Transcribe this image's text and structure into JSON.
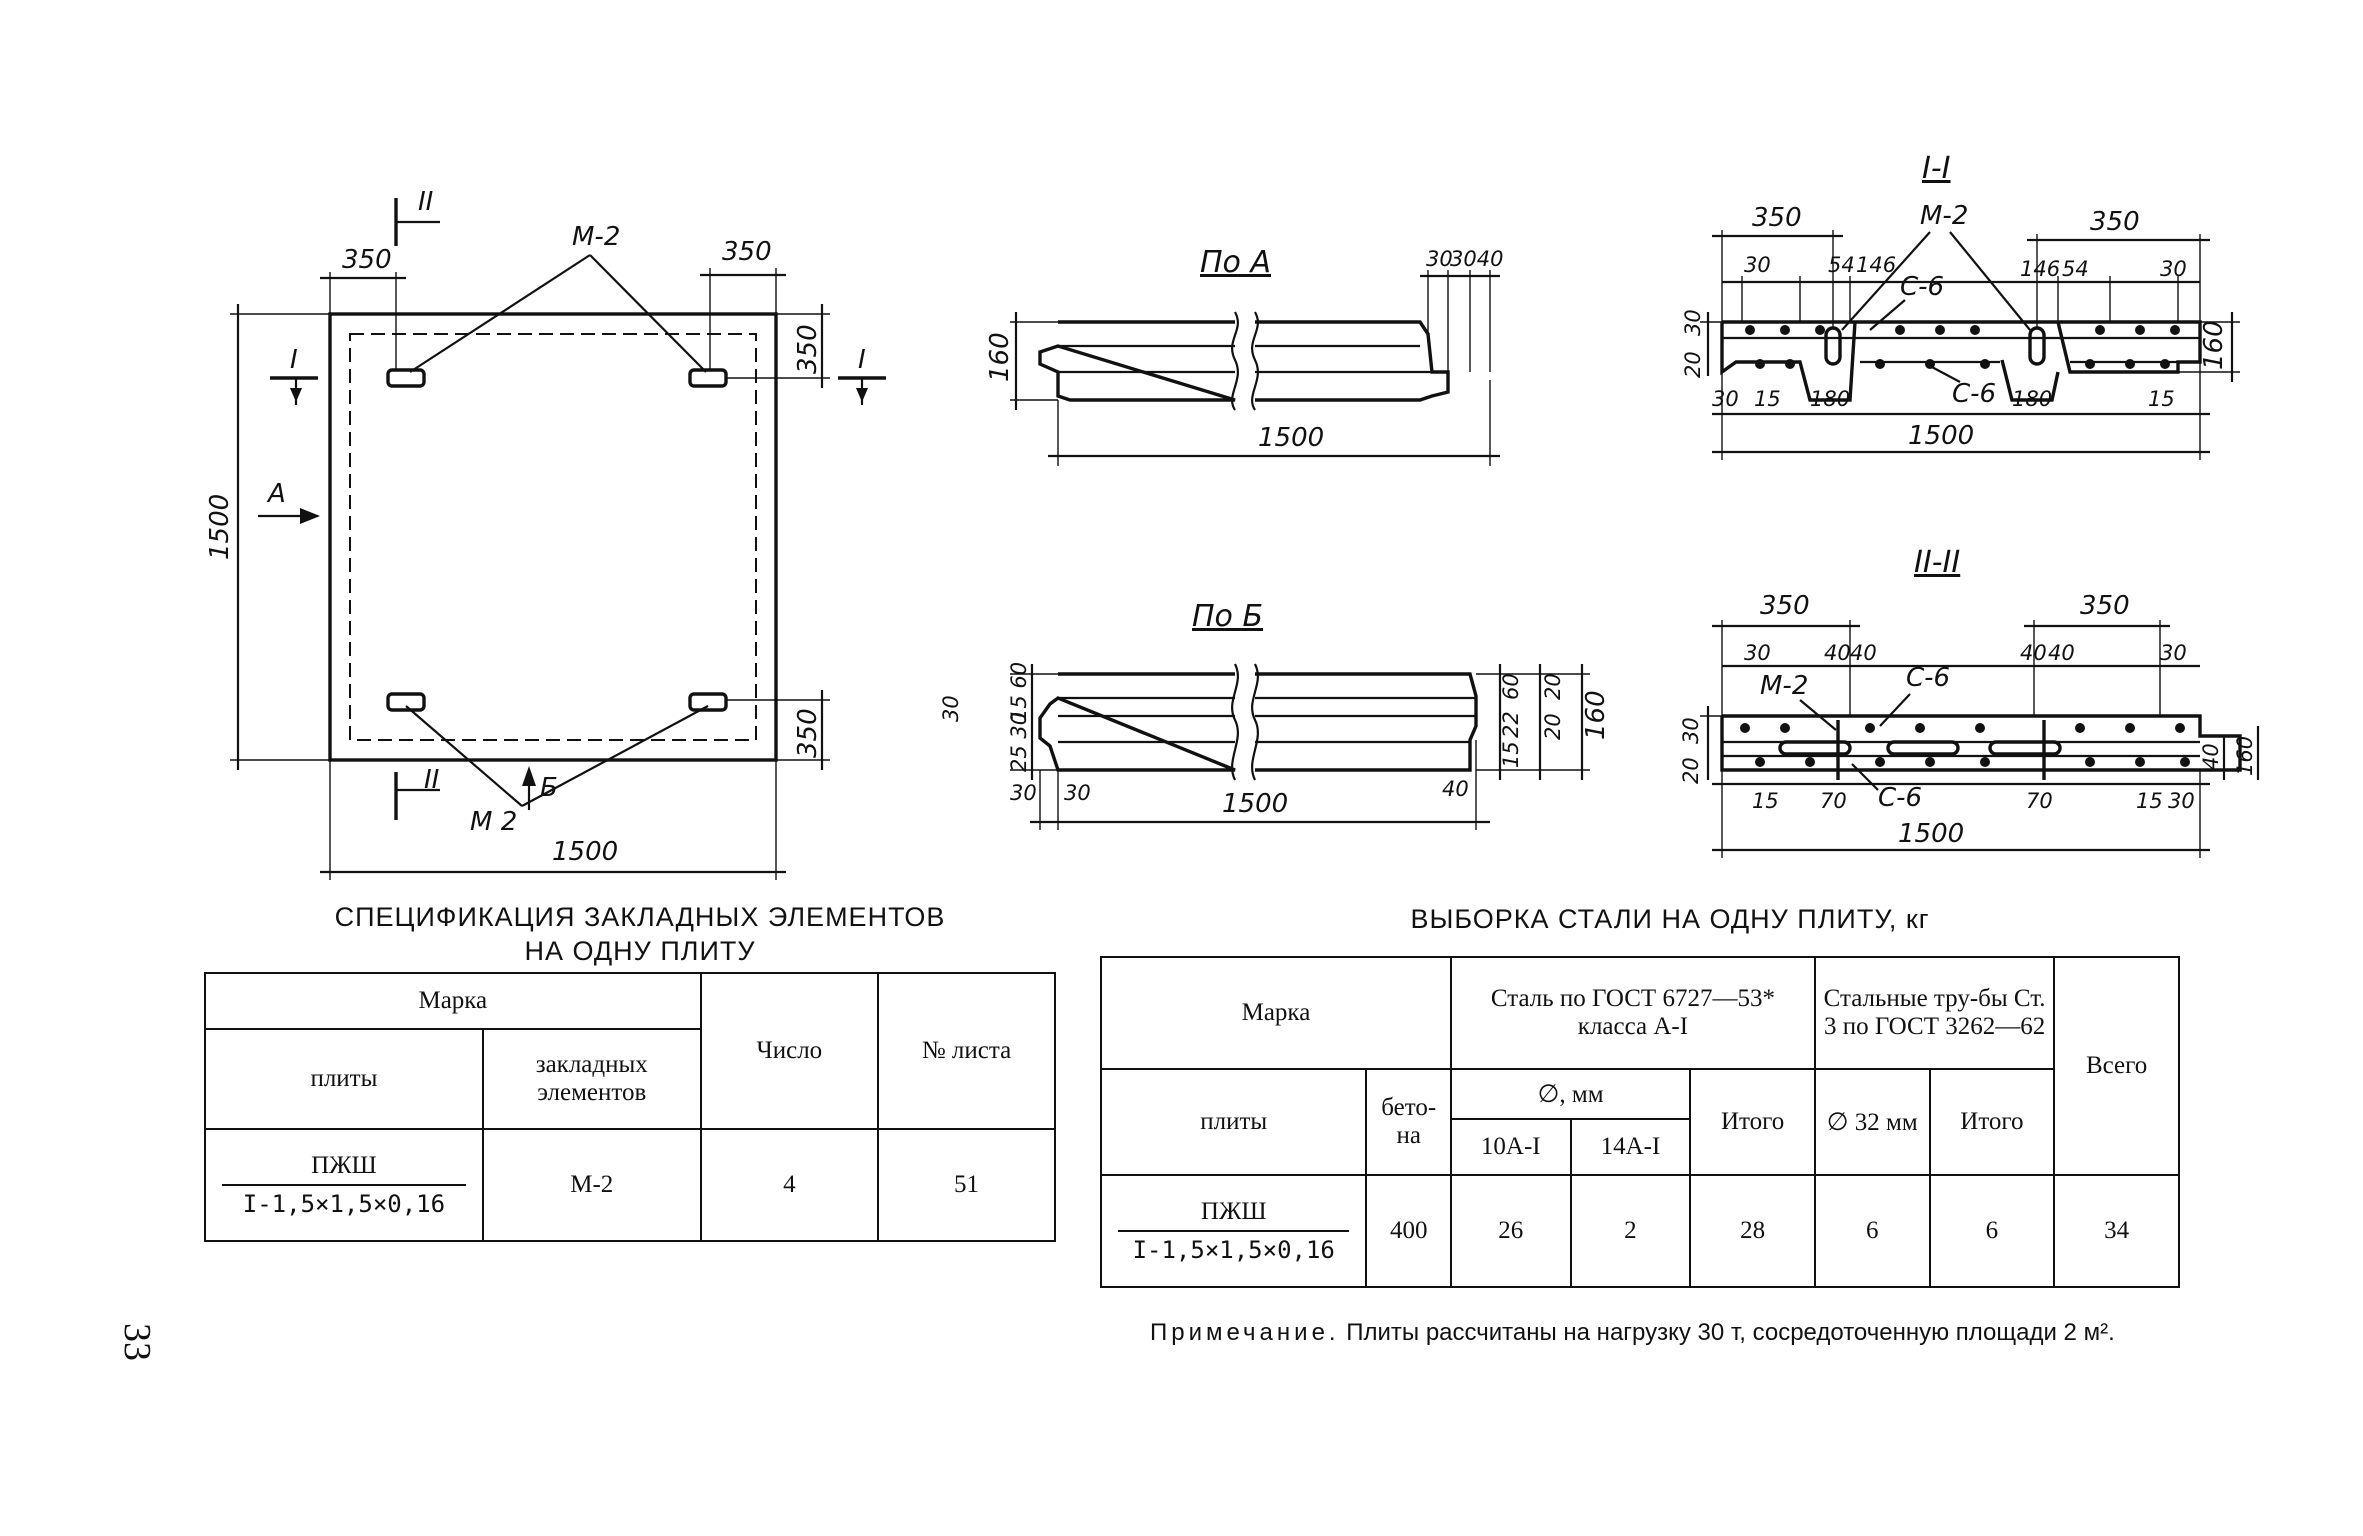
{
  "drawing": {
    "plan": {
      "dims": {
        "w_left": "350",
        "w_right": "350",
        "total_width": "1500",
        "total_height": "1500",
        "h_top": "350",
        "h_bottom": "350"
      },
      "labels": {
        "embed_top": "М-2",
        "embed_bottom": "М 2",
        "sec1_left": "I",
        "sec1_right": "I",
        "sec2_top": "II",
        "sec2_bottom": "II",
        "view_a": "А",
        "view_b": "Б"
      }
    },
    "view_a": {
      "title": "По А",
      "dims": {
        "height": "160",
        "length": "1500",
        "d30": "30",
        "d3040": "3040"
      }
    },
    "view_b": {
      "title": "По Б",
      "dims": {
        "length": "1500",
        "d30a": "30",
        "d30b": "30",
        "d40": "40",
        "d160": "160",
        "dl30": "30",
        "dl1560": "15 60",
        "dl2530": "25 30",
        "dr60": "60",
        "dr20": "20",
        "dr22": "22",
        "dr20b": "20",
        "dr15": "15"
      }
    },
    "section1": {
      "title": "I-I",
      "dims": {
        "a350": "350",
        "b350": "350",
        "m2": "М-2",
        "c6a": "С-6",
        "c6b": "С-6",
        "d30": "30",
        "d54": "54",
        "d146": "146",
        "d146b": "146",
        "d54b": "54",
        "d30b": "30",
        "v30": "30",
        "v20": "20",
        "v160": "160",
        "b30": "30",
        "b15": "15",
        "b180": "180",
        "b180b": "180",
        "b15b": "15",
        "total": "1500"
      }
    },
    "section2": {
      "title": "II-II",
      "dims": {
        "a350": "350",
        "b350": "350",
        "d30": "30",
        "d40": "40",
        "d40b": "40",
        "d40c": "40",
        "d40d": "40",
        "d30b": "30",
        "m2": "М-2",
        "c6a": "С-6",
        "c6b": "С-6",
        "v30": "30",
        "v20": "20",
        "v160": "160",
        "v40": "40",
        "b15": "15",
        "b70": "70",
        "b70b": "70",
        "b15b": "15",
        "b30": "30",
        "total": "1500"
      }
    }
  },
  "spec_table": {
    "heading_line1": "СПЕЦИФИКАЦИЯ ЗАКЛАДНЫХ ЭЛЕМЕНТОВ",
    "heading_line2": "НА ОДНУ ПЛИТУ",
    "col_marka": "Марка",
    "col_plity": "плиты",
    "col_zakl": "закладных элементов",
    "col_chislo": "Число",
    "col_list": "№ листа",
    "row": {
      "plity_top": "ПЖШ",
      "plity_bottom": "I-1,5×1,5×0,16",
      "zakl": "М-2",
      "chislo": "4",
      "list": "51"
    }
  },
  "steel_table": {
    "heading": "ВЫБОРКА СТАЛИ НА ОДНУ ПЛИТУ, кг",
    "col_marka": "Марка",
    "col_plity": "плиты",
    "col_betona": "бето-на",
    "col_steel_gost": "Сталь по ГОСТ 6727—53* класса А-I",
    "col_diam": "∅, мм",
    "col_10a": "10А-I",
    "col_14a": "14А-I",
    "col_itogo1": "Итого",
    "col_pipes": "Стальные тру-бы Ст. 3 по ГОСТ 3262—62",
    "col_pipe_d": "∅ 32 мм",
    "col_itogo2": "Итого",
    "col_vsego": "Всего",
    "row": {
      "plity_top": "ПЖШ",
      "plity_bottom": "I-1,5×1,5×0,16",
      "betona": "400",
      "a10": "26",
      "a14": "2",
      "itogo1": "28",
      "pipe": "6",
      "itogo2": "6",
      "vsego": "34"
    }
  },
  "note": {
    "label": "Примечание.",
    "text": "Плиты рассчитаны на нагрузку 30 т, сосредоточенную площади 2 м²."
  },
  "page_number": "33"
}
